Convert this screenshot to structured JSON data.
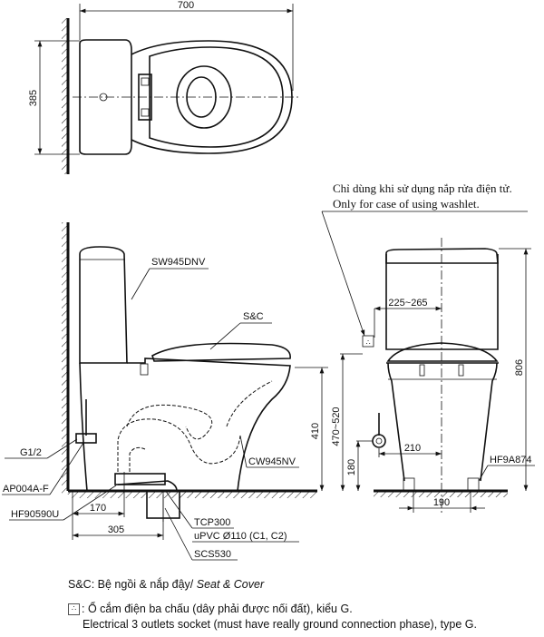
{
  "top_view": {
    "dim_length": "700",
    "dim_width": "385"
  },
  "side_view": {
    "labels": {
      "tank": "SW945DNV",
      "seat": "S&C",
      "valve": "G1/2",
      "angle_valve": "AP004A-F",
      "flange": "HF90590U",
      "bowl": "CW945NV",
      "adapter": "TCP300",
      "pipe": "uPVC Ø110 (C1, C2)",
      "seal": "SCS530"
    },
    "dims": {
      "height_410": "410",
      "d170": "170",
      "d305": "305"
    }
  },
  "front_view": {
    "note_vi": "Chỉ dùng khi sử dụng nắp rửa điện tử.",
    "note_en": "Only for case of using washlet.",
    "dims": {
      "d225_265": "225~265",
      "d470_520": "470~520",
      "d806": "806",
      "d210": "210",
      "d180": "180",
      "d190": "190"
    },
    "bolt_label": "HF9A874"
  },
  "notes": {
    "sc_prefix": "S&C: Bệ ngồi & nắp đậy/ ",
    "sc_en": "Seat & Cover",
    "socket_symbol": "∴",
    "socket_vi": ": Ổ cắm điện ba chấu (dây phải được nối đất), kiểu G.",
    "socket_en": "Electrical 3 outlets socket (must have really ground connection phase), type G."
  }
}
